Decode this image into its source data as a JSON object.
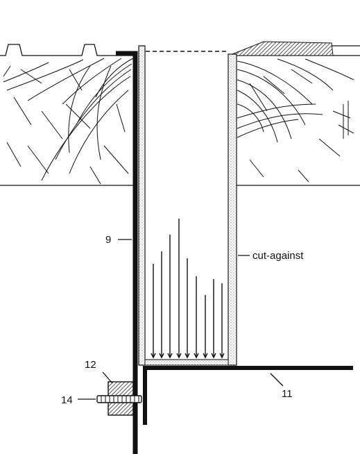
{
  "labels": {
    "part_9": "9",
    "part_11": "11",
    "part_12": "12",
    "part_14": "14",
    "cut_against": "cut-against"
  },
  "colors": {
    "ink": "#111111",
    "paper": "#ffffff"
  }
}
